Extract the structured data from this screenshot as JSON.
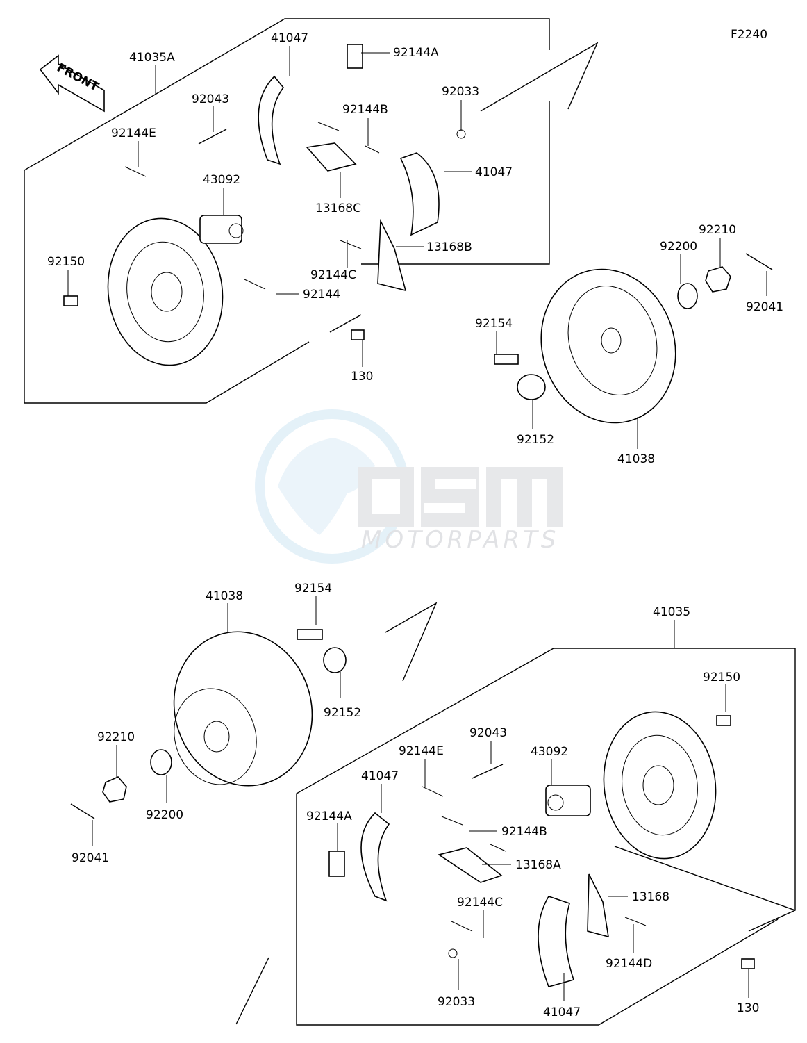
{
  "diagram_code": "F2240",
  "front_label": "FRONT",
  "watermark": {
    "logo": "OSM",
    "text": "MOTORPARTS"
  },
  "upper_assembly": {
    "group": "41035A",
    "labels": [
      {
        "id": "u_41035A",
        "text": "41035A"
      },
      {
        "id": "u_41047a",
        "text": "41047"
      },
      {
        "id": "u_92144A",
        "text": "92144A"
      },
      {
        "id": "u_92043",
        "text": "92043"
      },
      {
        "id": "u_92144B",
        "text": "92144B"
      },
      {
        "id": "u_92033",
        "text": "92033"
      },
      {
        "id": "u_92144E",
        "text": "92144E"
      },
      {
        "id": "u_41047b",
        "text": "41047"
      },
      {
        "id": "u_43092",
        "text": "43092"
      },
      {
        "id": "u_13168C",
        "text": "13168C"
      },
      {
        "id": "u_13168B",
        "text": "13168B"
      },
      {
        "id": "u_92150",
        "text": "92150"
      },
      {
        "id": "u_92144C",
        "text": "92144C"
      },
      {
        "id": "u_92144",
        "text": "92144"
      },
      {
        "id": "u_130",
        "text": "130"
      },
      {
        "id": "u_92154",
        "text": "92154"
      },
      {
        "id": "u_92200",
        "text": "92200"
      },
      {
        "id": "u_92210",
        "text": "92210"
      },
      {
        "id": "u_92041",
        "text": "92041"
      },
      {
        "id": "u_92152",
        "text": "92152"
      },
      {
        "id": "u_41038",
        "text": "41038"
      }
    ]
  },
  "lower_assembly": {
    "group": "41035",
    "labels": [
      {
        "id": "l_41038",
        "text": "41038"
      },
      {
        "id": "l_92154",
        "text": "92154"
      },
      {
        "id": "l_41035",
        "text": "41035"
      },
      {
        "id": "l_92152",
        "text": "92152"
      },
      {
        "id": "l_92150",
        "text": "92150"
      },
      {
        "id": "l_92210",
        "text": "92210"
      },
      {
        "id": "l_92043",
        "text": "92043"
      },
      {
        "id": "l_43092",
        "text": "43092"
      },
      {
        "id": "l_92144E",
        "text": "92144E"
      },
      {
        "id": "l_41047a",
        "text": "41047"
      },
      {
        "id": "l_92200",
        "text": "92200"
      },
      {
        "id": "l_92144A",
        "text": "92144A"
      },
      {
        "id": "l_92144B",
        "text": "92144B"
      },
      {
        "id": "l_92041",
        "text": "92041"
      },
      {
        "id": "l_13168A",
        "text": "13168A"
      },
      {
        "id": "l_92144C",
        "text": "92144C"
      },
      {
        "id": "l_13168",
        "text": "13168"
      },
      {
        "id": "l_92144D",
        "text": "92144D"
      },
      {
        "id": "l_92033",
        "text": "92033"
      },
      {
        "id": "l_41047b",
        "text": "41047"
      },
      {
        "id": "l_130",
        "text": "130"
      }
    ]
  }
}
